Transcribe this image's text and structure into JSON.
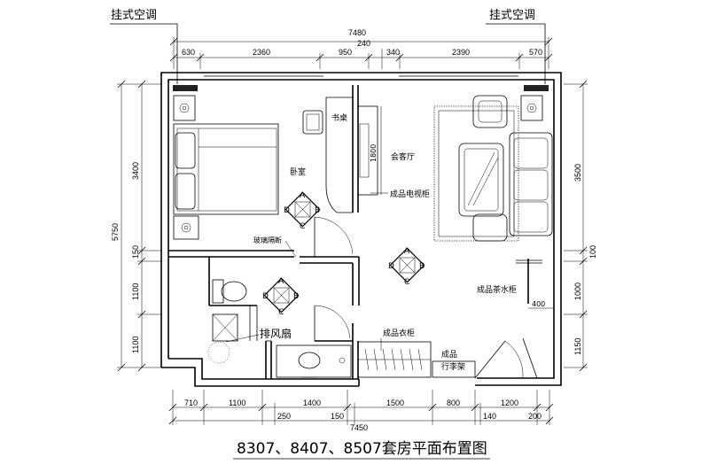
{
  "title": "8307、8407、8507套房平面布置图",
  "ac_label_left": "挂式空调",
  "ac_label_right": "挂式空调",
  "rooms": {
    "bedroom": "卧室",
    "desk": "书桌",
    "living": "会客厅",
    "tv_cabinet": "成品电视柜",
    "glass_partition": "玻璃隔断",
    "fan": "排风扇",
    "wardrobe": "成品衣柜",
    "luggage_1": "成品",
    "luggage_2": "行李架",
    "tea_cabinet": "成品茶水柜",
    "tv_dim": "1800",
    "tea_dim": "400"
  },
  "markers": {
    "A": "A",
    "B": "B",
    "C": "C",
    "D": "D"
  },
  "top_dims": {
    "total": "7480",
    "segments": [
      "630",
      "2360",
      "950",
      "240",
      "340",
      "2390",
      "570"
    ]
  },
  "bottom_dims": {
    "total": "7450",
    "row1": [
      "710",
      "1100",
      "1400",
      "1500",
      "800",
      "1200"
    ],
    "row2": [
      "250",
      "150",
      "140",
      "200"
    ]
  },
  "left_dims": {
    "total": "5750",
    "segments": [
      "3400",
      "150",
      "1100",
      "1100"
    ]
  },
  "right_dims": {
    "segments": [
      "3500",
      "100",
      "1000",
      "1150"
    ]
  }
}
